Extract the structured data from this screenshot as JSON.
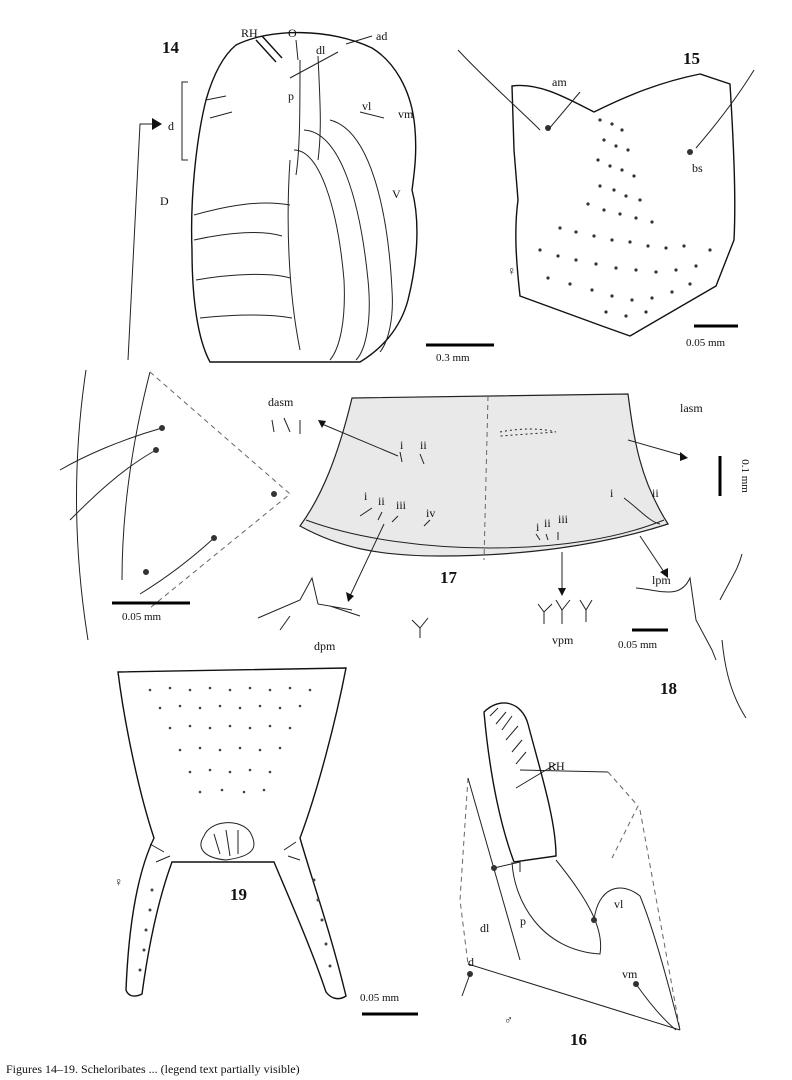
{
  "figures": {
    "fig14": {
      "number": "14",
      "labels": {
        "RH": "RH",
        "O": "O",
        "dl": "dl",
        "ad": "ad",
        "p": "p",
        "d": "d",
        "vl": "vl",
        "vm": "vm",
        "D": "D",
        "V": "V"
      },
      "scale": "0.3 mm"
    },
    "fig15": {
      "number": "15",
      "labels": {
        "am": "am",
        "bs": "bs"
      },
      "sex": "♀",
      "scale": "0.05 mm"
    },
    "fig17": {
      "number": "17",
      "labels": {
        "dasm": "dasm",
        "lasm": "lasm",
        "dpm": "dpm",
        "vpm": "vpm",
        "lpm": "lpm"
      },
      "roman": [
        "i",
        "ii",
        "i",
        "ii",
        "iii",
        "iv",
        "i",
        "ii",
        "iii",
        "i",
        "ii"
      ],
      "scale_left": "0.05 mm",
      "scale_right": "0.1 mm",
      "scale_lpm": "0.05 mm"
    },
    "fig18": {
      "number": "18"
    },
    "fig19": {
      "number": "19",
      "sex": "♀",
      "scale": "0.05 mm"
    },
    "fig16": {
      "number": "16",
      "labels": {
        "RH": "RH",
        "dl": "dl",
        "p": "p",
        "vl": "vl",
        "d": "d",
        "vm": "vm"
      },
      "sex": "♂"
    }
  },
  "caption": "Figures 14–19. Scheloribates ... (legend text partially visible)"
}
